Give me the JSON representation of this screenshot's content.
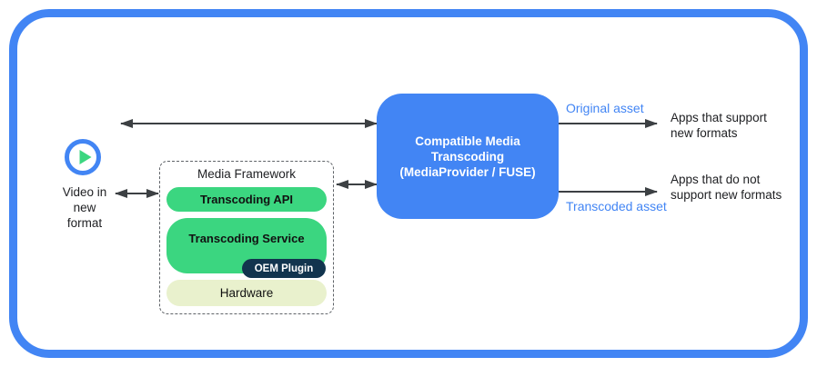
{
  "colors": {
    "accent_blue": "#4285f4",
    "pill_green": "#3bd680",
    "oem_navy": "#12344e",
    "hardware_pale": "#e9f1cd",
    "arrow_gray": "#3c4043",
    "text_dark": "#202124"
  },
  "source": {
    "video_label": "Video in\nnew\nformat"
  },
  "media_framework": {
    "label": "Media Framework",
    "layers": [
      {
        "label": "Transcoding API"
      },
      {
        "label": "Transcoding Service",
        "sub_label": "OEM Plugin"
      },
      {
        "label": "Hardware"
      }
    ]
  },
  "transcoding_box": {
    "label": "Compatible Media\nTranscoding\n(MediaProvider / FUSE)"
  },
  "outputs": {
    "original_asset_label": "Original asset",
    "transcoded_asset_label": "Transcoded asset",
    "apps_support": "Apps that support\nnew formats",
    "apps_no_support": "Apps that do not\nsupport new formats"
  }
}
